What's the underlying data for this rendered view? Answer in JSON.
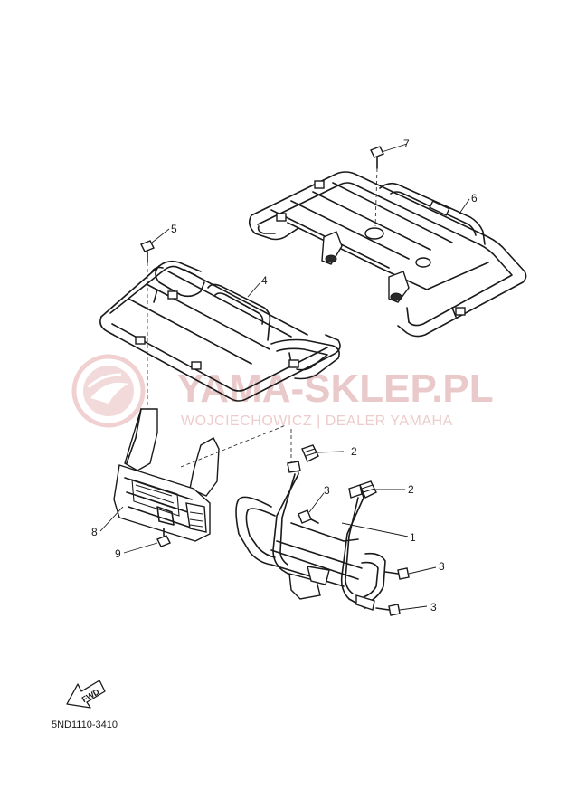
{
  "watermark": {
    "title": "YAMA-SKLEP.PL",
    "subtitle": "WOJCIECHOWICZ | DEALER YAMAHA",
    "color": "#e9c9c9"
  },
  "direction_arrow": {
    "label": "FWD"
  },
  "diagram_code": "5ND1110-3410",
  "callouts": [
    {
      "id": "c1",
      "text": "1"
    },
    {
      "id": "c2a",
      "text": "2"
    },
    {
      "id": "c2b",
      "text": "2"
    },
    {
      "id": "c3a",
      "text": "3"
    },
    {
      "id": "c3b",
      "text": "3"
    },
    {
      "id": "c3c",
      "text": "3"
    },
    {
      "id": "c4",
      "text": "4"
    },
    {
      "id": "c5",
      "text": "5"
    },
    {
      "id": "c6",
      "text": "6"
    },
    {
      "id": "c7",
      "text": "7"
    },
    {
      "id": "c8",
      "text": "8"
    },
    {
      "id": "c9",
      "text": "9"
    }
  ]
}
